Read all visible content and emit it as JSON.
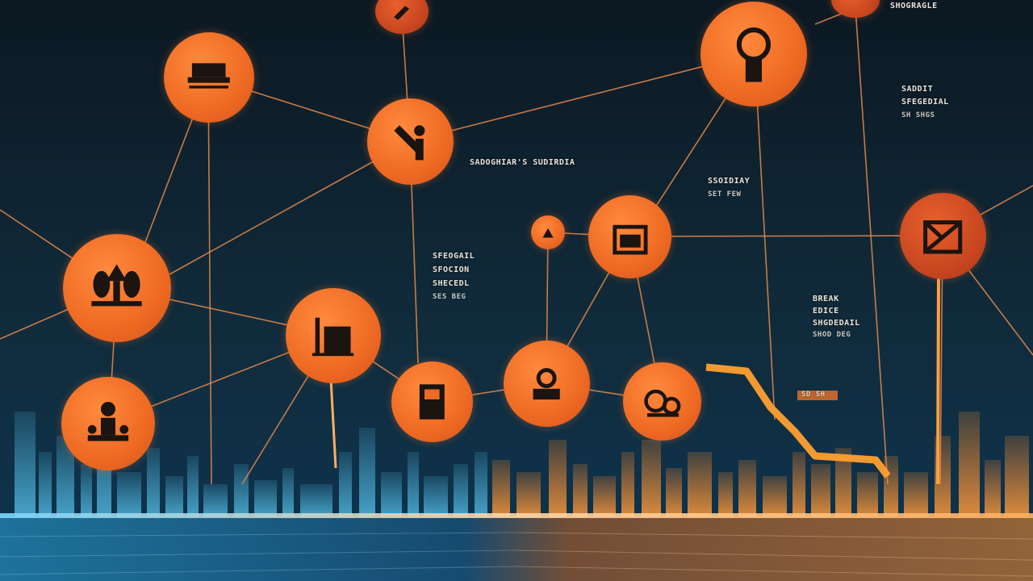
{
  "colors": {
    "background": "#0b1a26",
    "node_orange": "#f07a2e",
    "node_dark": "#c7451f",
    "link_line": "#e98a4a",
    "city_blue": "#3fb6e6",
    "city_orange": "#ff8a2a"
  },
  "labels": {
    "top_right": "SHOGRAGLE",
    "center_heading": "SADOGHIAR'S SUDIRDIA",
    "right_block": [
      "SADDIT",
      "SFEGEDIAL",
      "SH SHGS"
    ],
    "mid_block": [
      "SSOIDIAY",
      "SET FEW"
    ],
    "left_mid_block": [
      "SFEOGAIL",
      "SFOCION",
      "SHECEDL",
      "SES BEG"
    ],
    "right_mid_block": [
      "BREAK",
      "EDICE",
      "SHGDEDAIL",
      "SHOD DEG"
    ],
    "small_tag": "SD SH"
  },
  "icons": [
    "bridge-icon",
    "tools-icon",
    "lightbulb-icon",
    "small-node-icon",
    "trees-icon",
    "factory-icon",
    "house-icon",
    "envelope-icon",
    "station-icon",
    "document-icon",
    "sun-factory-icon",
    "machine-icon",
    "people-icon"
  ]
}
